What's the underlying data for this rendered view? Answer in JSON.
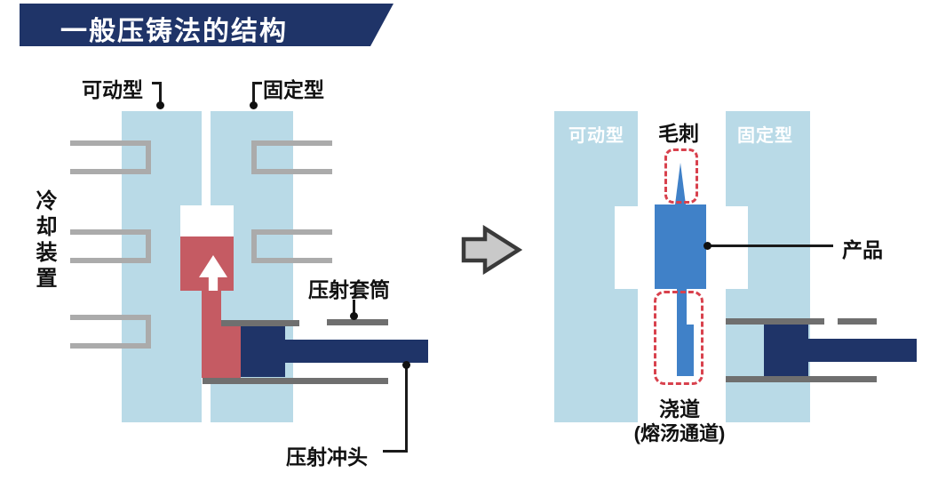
{
  "title": "一般压铸法的结构",
  "left_diagram": {
    "movable_die_label": "可动型",
    "fixed_die_label": "固定型",
    "cooling_device_label": "冷却装置",
    "injection_sleeve_label": "压射套筒",
    "injection_plunger_label": "压射冲头"
  },
  "right_diagram": {
    "movable_die_label": "可动型",
    "fixed_die_label": "固定型",
    "burr_label": "毛刺",
    "product_label": "产品",
    "runner_label": "浇道",
    "runner_sublabel": "(熔汤通道)"
  },
  "colors": {
    "navy": "#1F3468",
    "light_blue": "#B9DAE7",
    "product_blue": "#4081C8",
    "molten_red": "#C55B63",
    "dashed_red": "#D8414D",
    "pipe_gray": "#ABABAB",
    "sleeve_gray": "#6F6F6F",
    "arrow_fill": "#C9C9C9",
    "arrow_stroke": "#3A3A3A",
    "label_black": "#111111"
  }
}
